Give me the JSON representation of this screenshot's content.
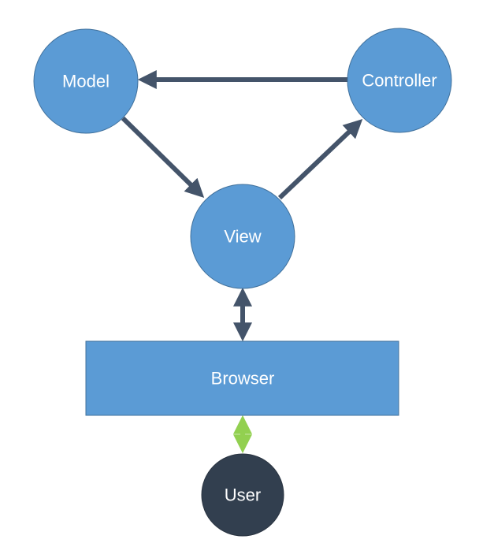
{
  "colors": {
    "node_fill": "#5b9bd5",
    "node_stroke": "#41719c",
    "arrow_dark": "#44546a",
    "arrow_green": "#92d050",
    "user_fill": "#323f4f"
  },
  "nodes": {
    "model": "Model",
    "controller": "Controller",
    "view": "View",
    "browser": "Browser",
    "user": "User"
  }
}
